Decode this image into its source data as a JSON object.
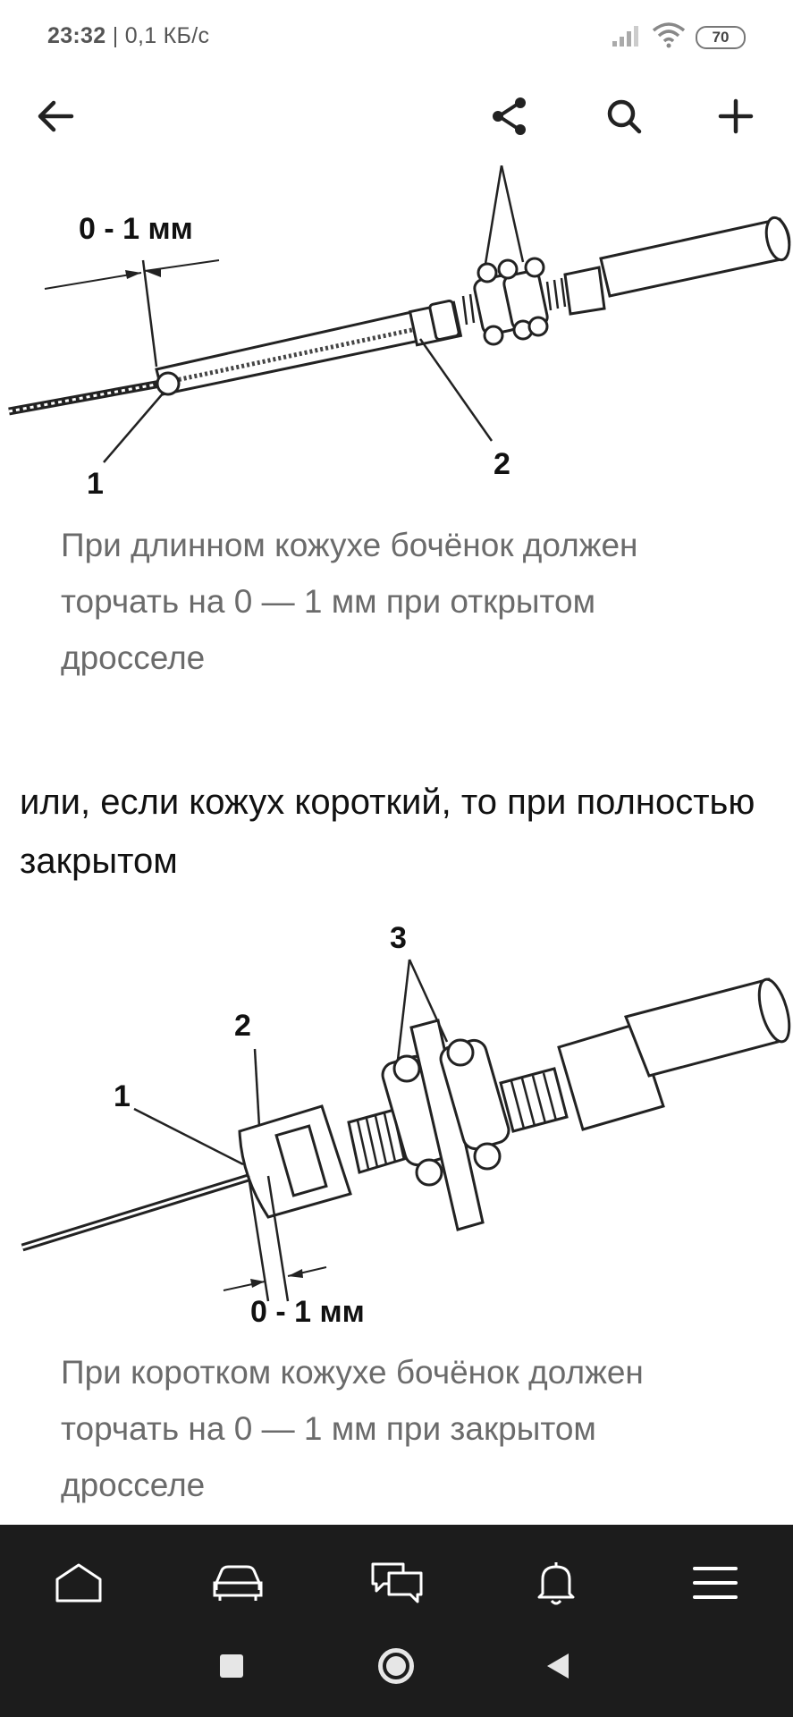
{
  "status_bar": {
    "time": "23:32",
    "network_speed": "| 0,1 КБ/с",
    "battery": "70"
  },
  "toolbar": {
    "back_icon": "arrow-left-icon",
    "share_icon": "share-icon",
    "search_icon": "search-icon",
    "add_icon": "plus-icon"
  },
  "figure1": {
    "dimension_label": "0 - 1 мм",
    "callout_1": "1",
    "callout_2": "2"
  },
  "caption1": "При длинном кожухе бочёнок должен торчать на 0 — 1 мм при открытом дросселе",
  "body_text": "или, если кожух короткий, то при полностью закрытом",
  "figure2": {
    "dimension_label": "0 - 1 мм",
    "callout_1": "1",
    "callout_2": "2",
    "callout_3": "3"
  },
  "caption2": "При коротком кожухе бочёнок должен торчать на 0 — 1 мм при закрытом дросселе",
  "bottom_nav": {
    "items": [
      "home-icon",
      "car-icon",
      "messages-icon",
      "bell-icon",
      "menu-icon"
    ]
  },
  "system_nav": [
    "recents-square-icon",
    "home-circle-icon",
    "back-triangle-icon"
  ],
  "colors": {
    "nav_background": "#1c1c1c",
    "caption_text": "#6b6b6b",
    "body_text": "#111111"
  }
}
